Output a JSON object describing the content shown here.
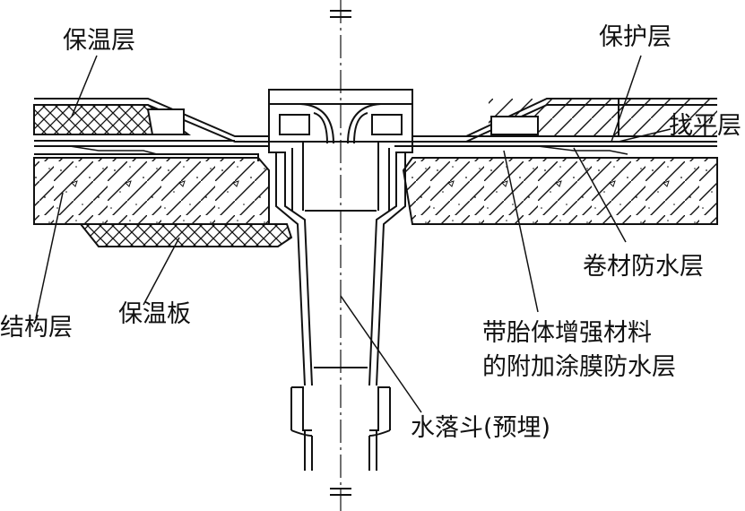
{
  "labels": {
    "insulation_layer": "保温层",
    "protective_layer": "保护层",
    "leveling_layer": "找平层",
    "membrane_waterproof_layer": "卷材防水层",
    "structural_layer": "结构层",
    "insulation_board": "保温板",
    "coating_line1": "带胎体增强材料",
    "coating_line2": "的附加涂膜防水层",
    "roof_drain": "水落斗(预埋)"
  },
  "colors": {
    "line": "#111111",
    "background": "#ffffff"
  }
}
